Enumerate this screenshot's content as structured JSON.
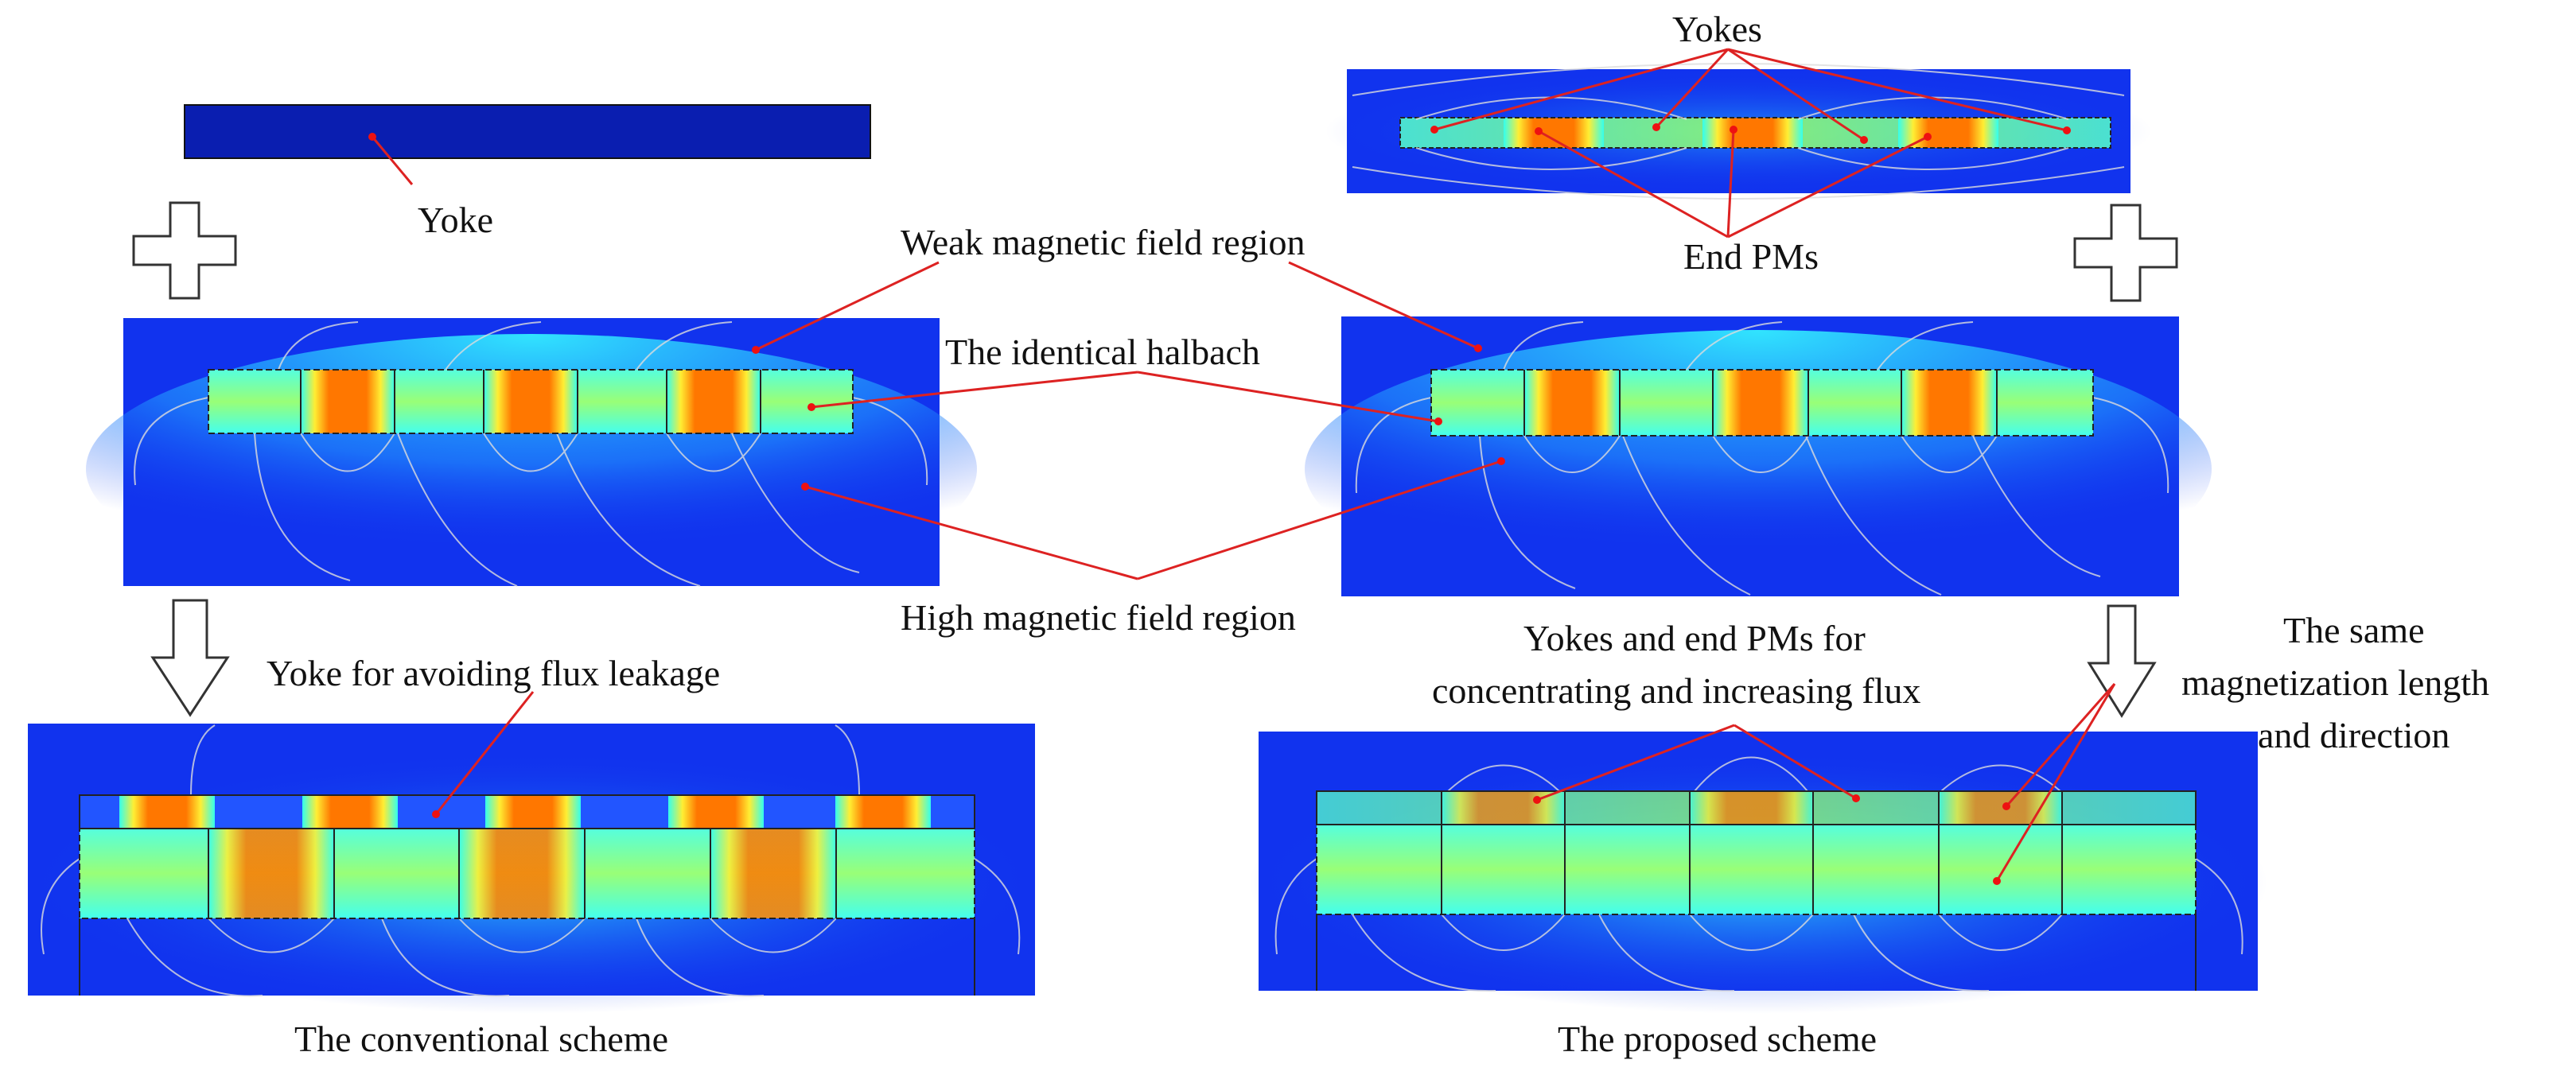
{
  "labels": {
    "yoke": "Yoke",
    "yokes": "Yokes",
    "end_pms": "End PMs",
    "weak_region": "Weak magnetic field region",
    "identical_halbach": "The identical halbach",
    "high_region": "High magnetic field region",
    "yoke_leakage": "Yoke for avoiding flux leakage",
    "yokes_end_pms_line1": "Yokes and end PMs for",
    "yokes_end_pms_line2": "concentrating and increasing flux",
    "same_mag_line1": "The same",
    "same_mag_line2": "magnetization length",
    "same_mag_line3": "and direction",
    "conventional": "The conventional scheme",
    "proposed": "The proposed scheme"
  },
  "colors": {
    "field_background": "#1133ee",
    "yoke_fill": "#0a1eb0",
    "leader_line": "#dd2222",
    "leader_dot": "#ee1111",
    "field_line": "#dcdcdc",
    "outline": "#222222",
    "high_field": [
      "#ff6600",
      "#ffcc22",
      "#aaff55",
      "#33ffee"
    ]
  },
  "icons": [
    "plus-icon",
    "down-arrow-icon"
  ]
}
